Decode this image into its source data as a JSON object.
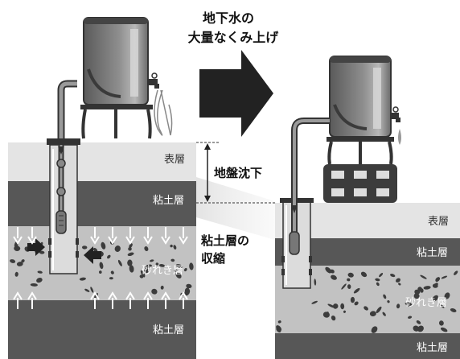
{
  "headline": {
    "line1": "地下水の",
    "line2": "大量なくみ上げ"
  },
  "annotations": {
    "subsidence": "地盤沈下",
    "clay_shrink_line1": "粘土層の",
    "clay_shrink_line2": "収縮"
  },
  "left_strata": {
    "surface": "表層",
    "clay_upper": "粘土層",
    "gravel": "砂れき層",
    "clay_lower": "粘土層"
  },
  "right_strata": {
    "surface": "表層",
    "clay_upper": "粘土層",
    "gravel": "砂れき層",
    "clay_lower": "粘土層"
  },
  "colors": {
    "surface": "#e4e4e4",
    "clay": "#575757",
    "gravel": "#c2c2c2",
    "gravel_stones": "#3c3c3c",
    "tank_dark": "#4a4a4a",
    "background": "#ffffff"
  }
}
